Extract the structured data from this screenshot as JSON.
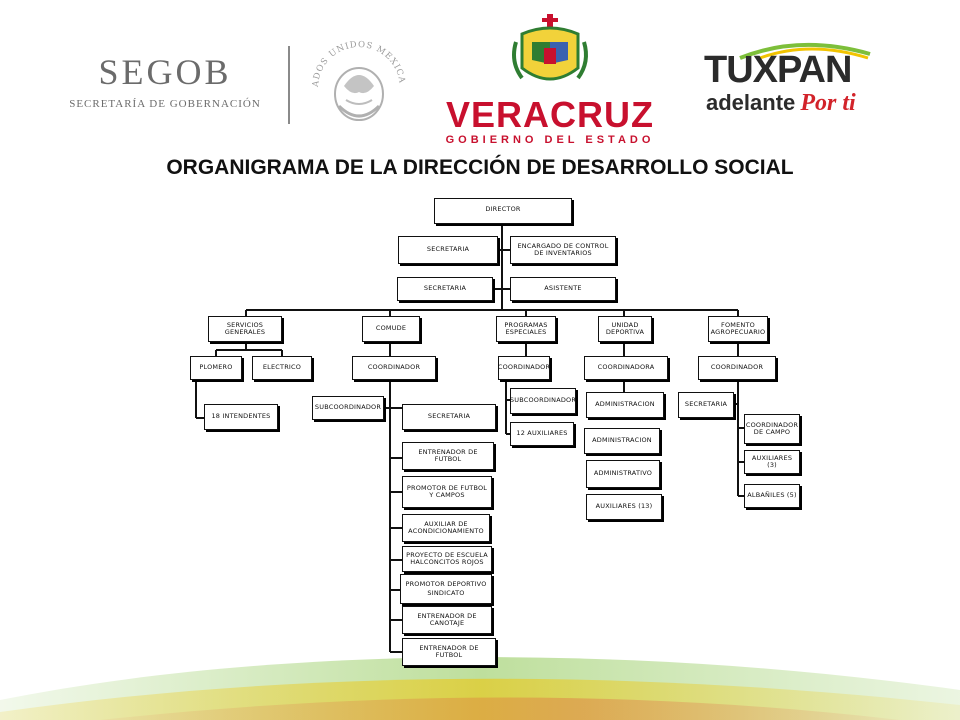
{
  "header": {
    "segob": {
      "name": "SEGOB",
      "sub": "SECRETARÍA DE GOBERNACIÓN"
    },
    "seal": {
      "text": "ESTADOS UNIDOS MEXICANOS"
    },
    "veracruz": {
      "name": "VERACRUZ",
      "sub": "GOBIERNO DEL ESTADO"
    },
    "tuxpan": {
      "name": "TUXPAN",
      "tagline": "adelante",
      "tagline2": "Por ti"
    }
  },
  "title": "ORGANIGRAMA DE LA DIRECCIÓN DE DESARROLLO SOCIAL",
  "colors": {
    "veracruz_red": "#c8102e",
    "segob_gray": "#6b6b6b",
    "tuxpan_dark": "#2b2b2b",
    "tuxpan_red": "#d2232a",
    "swoosh_green": "#7dbf3a",
    "swoosh_yellow": "#f2c400",
    "swoosh_red": "#e0443a"
  },
  "nodes": {
    "director": "DIRECTOR",
    "secretaria_1": "SECRETARIA",
    "encargado_inventarios": "ENCARGADO DE CONTROL DE INVENTARIOS",
    "secretaria_2": "SECRETARIA",
    "asistente": "ASISTENTE",
    "servicios_generales": "SERVICIOS GENERALES",
    "comude": "COMUDE",
    "programas_especiales": "PROGRAMAS ESPECIALES",
    "unidad_deportiva": "UNIDAD DEPORTIVA",
    "fomento_agropecuario": "FOMENTO AGROPECUARIO",
    "plomero": "PLOMERO",
    "electrico": "ELECTRICO",
    "intendentes": "18 INTENDENTES",
    "comude_coordinador": "COORDINADOR",
    "subcoordinador": "SUBCOORDINADOR",
    "comude_secretaria": "SECRETARIA",
    "entrenador_futbol_1": "ENTRENADOR DE FUTBOL",
    "promotor_futbol_campos": "PROMOTOR DE FUTBOL Y CAMPOS",
    "auxiliar_acondicionamiento": "AUXILIAR DE ACONDICIONAMIENTO",
    "proyecto_halconcitos": "PROYECTO DE ESCUELA HALCONCITOS ROJOS",
    "promotor_deportivo": "PROMOTOR DEPORTIVO",
    "sindicato": "SINDICATO",
    "entrenador_canotaje": "ENTRENADOR DE CANOTAJE",
    "entrenador_futbol_2": "ENTRENADOR DE FUTBOL",
    "pe_coordinador": "COORDINADOR",
    "pe_subcoordinador": "SUBCOORDINADOR",
    "pe_auxiliares": "12 AUXILIARES",
    "ud_coordinadora": "COORDINADORA",
    "ud_administracion_1": "ADMINISTRACION",
    "ud_administracion_2": "ADMINISTRACION",
    "ud_administrativo": "ADMINISTRATIVO",
    "ud_auxiliares": "AUXILIARES (13)",
    "fa_coordinador": "COORDINADOR",
    "fa_secretaria": "SECRETARIA",
    "fa_coordinador_campo": "COORDINADOR DE CAMPO",
    "fa_auxiliares": "AUXILIARES (3)",
    "fa_albaniles": "ALBAÑILES (5)"
  }
}
